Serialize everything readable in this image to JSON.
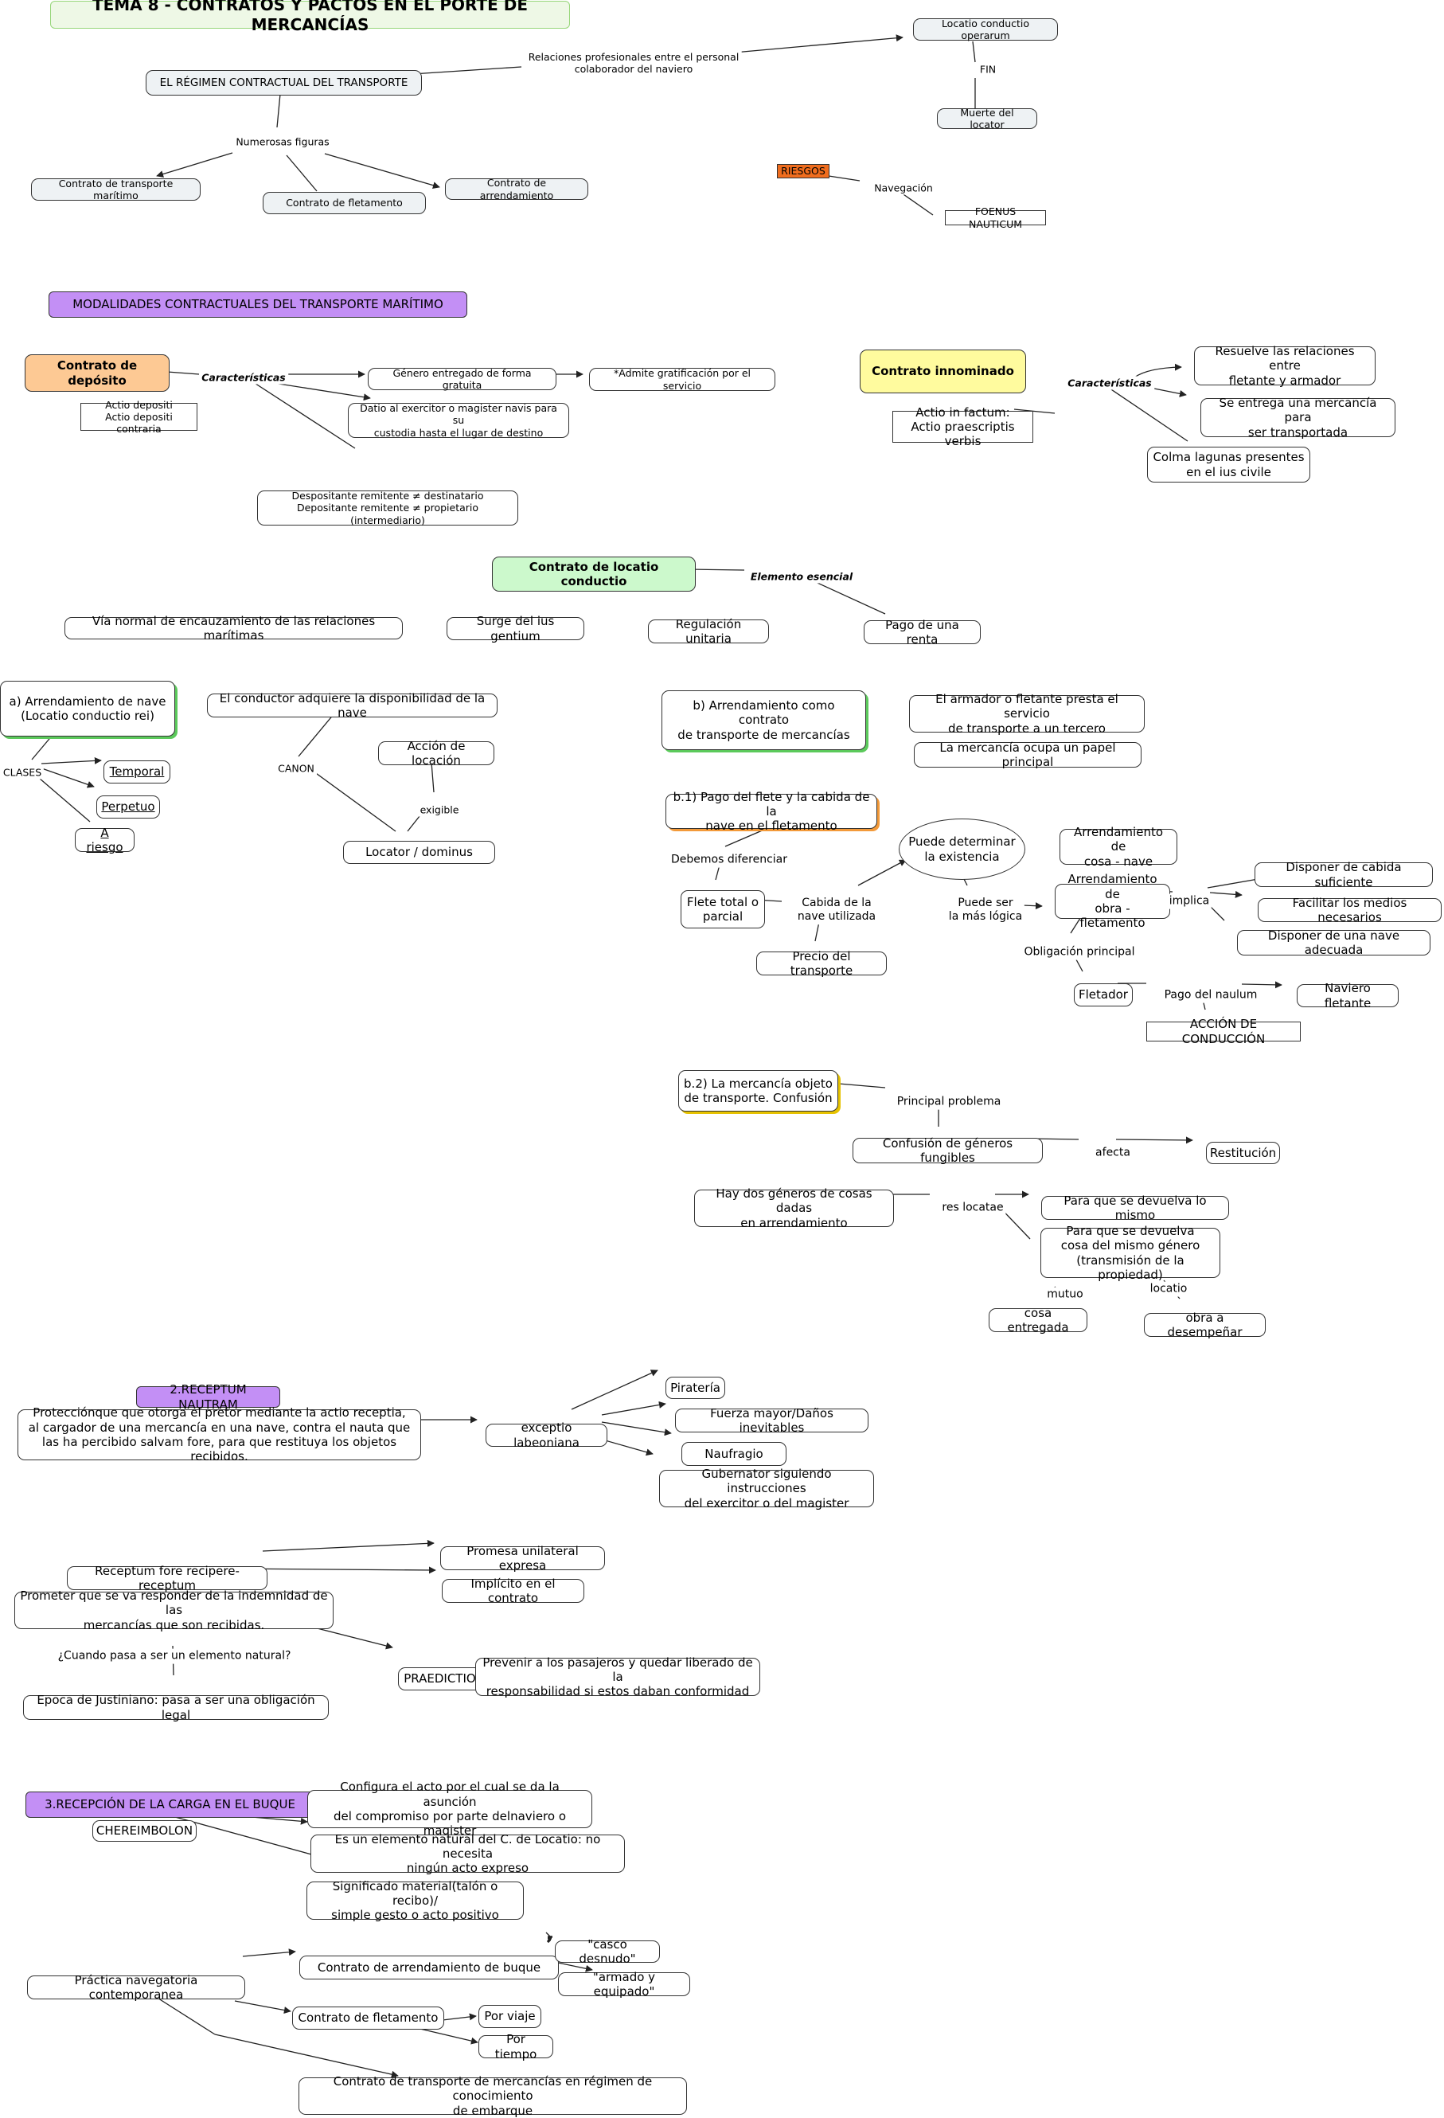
{
  "nodes": [
    {
      "id": "title",
      "text": "TEMA 8 - CONTRATOS Y PACTOS EN EL PORTE DE MERCANCÍAS"
    },
    {
      "id": "regimen",
      "text": "EL RÉGIMEN CONTRACTUAL DEL TRANSPORTE"
    },
    {
      "id": "locatio_op",
      "text": "Locatio conductio operarum"
    },
    {
      "id": "muerte",
      "text": "Muerte del locator"
    },
    {
      "id": "ct_maritimo",
      "text": "Contrato de transporte marítimo"
    },
    {
      "id": "ct_fletamento_top",
      "text": "Contrato de fletamento"
    },
    {
      "id": "ct_arrendamiento_top",
      "text": "Contrato de arrendamiento"
    },
    {
      "id": "riesgos",
      "text": "RIESGOS"
    },
    {
      "id": "foenus",
      "text": "FOENUS NAUTICUM"
    },
    {
      "id": "modalidades",
      "text": "MODALIDADES CONTRACTUALES DEL TRANSPORTE MARÍTIMO"
    },
    {
      "id": "deposito",
      "text": "Contrato de depósito"
    },
    {
      "id": "actio_depositi",
      "text": "Actio depositi\nActio depositi contraria"
    },
    {
      "id": "genero_gratuita",
      "text": "Género entregado de forma gratuita"
    },
    {
      "id": "gratificacion",
      "text": "*Admite gratificación por el servicio"
    },
    {
      "id": "datio",
      "text": "Datio al exercitor o magister navis para su\ncustodia hasta el lugar de destino"
    },
    {
      "id": "despositante",
      "text": "Despositante remitente ≠ destinatario\nDepositante remitente ≠ propietario (intermediario)"
    },
    {
      "id": "innominado",
      "text": "Contrato innominado"
    },
    {
      "id": "actio_factum",
      "text": "Actio in factum:\nActio praescriptis verbis"
    },
    {
      "id": "resuelve",
      "text": "Resuelve las relaciones entre\nfletante y armador"
    },
    {
      "id": "entrega_merc",
      "text": "Se entrega una mercancía para\nser transportada"
    },
    {
      "id": "colma",
      "text": "Colma  lagunas presentes\nen el ius civile"
    },
    {
      "id": "locatio_conductio",
      "text": "Contrato de locatio conductio"
    },
    {
      "id": "via_normal",
      "text": "Vía normal de encauzamiento de las relaciones marítimas"
    },
    {
      "id": "surge",
      "text": "Surge del ius gentium"
    },
    {
      "id": "regulacion",
      "text": "Regulación unitaria"
    },
    {
      "id": "pago_renta",
      "text": "Pago de una renta"
    },
    {
      "id": "arr_nave",
      "text": "a) Arrendamiento de nave\n(Locatio conductio rei)"
    },
    {
      "id": "temporal",
      "text": "Temporal"
    },
    {
      "id": "perpetuo",
      "text": "Perpetuo"
    },
    {
      "id": "a_riesgo",
      "text": "A riesgo"
    },
    {
      "id": "conductor",
      "text": "El conductor adquiere la disponibilidad de la nave"
    },
    {
      "id": "accion_locacion",
      "text": "Acción de locación"
    },
    {
      "id": "locator",
      "text": "Locator / dominus"
    },
    {
      "id": "arr_transporte",
      "text": "b) Arrendamiento como contrato\nde transporte de mercancías"
    },
    {
      "id": "armador_presta",
      "text": "El armador o fletante presta el servicio\nde transporte a un tercero"
    },
    {
      "id": "merc_ocupa",
      "text": "La mercancía ocupa un papel principal"
    },
    {
      "id": "b1",
      "text": "b.1) Pago del flete y la cabida de la\nnave en el fletamento"
    },
    {
      "id": "puede_determinar",
      "text": "Puede determinar\nla existencia"
    },
    {
      "id": "arr_cosa",
      "text": "Arrendamiento de\ncosa - nave"
    },
    {
      "id": "flete_total",
      "text": "Flete total o\nparcial"
    },
    {
      "id": "arr_obra",
      "text": "Arrendamiento de\nobra - fletamento"
    },
    {
      "id": "disponer_cabida",
      "text": "Disponer de cabida suficiente"
    },
    {
      "id": "facilitar",
      "text": "Facilitar los medios necesarios"
    },
    {
      "id": "disponer_nave",
      "text": "Disponer de una nave adecuada"
    },
    {
      "id": "precio_transporte",
      "text": "Precio del transporte"
    },
    {
      "id": "fletador",
      "text": "Fletador"
    },
    {
      "id": "naviero",
      "text": "Naviero fletante"
    },
    {
      "id": "accion_conduccion",
      "text": "ACCIÓN DE CONDUCCIÓN"
    },
    {
      "id": "b2",
      "text": "b.2) La mercancía objeto\nde transporte. Confusión"
    },
    {
      "id": "confusion",
      "text": "Confusión de géneros fungibles"
    },
    {
      "id": "restitucion",
      "text": "Restitución"
    },
    {
      "id": "dos_generos",
      "text": "Hay dos géneros de cosas dadas\nen arrendamiento"
    },
    {
      "id": "devuelva_mismo",
      "text": "Para que se devuelva lo mismo"
    },
    {
      "id": "devuelva_genero",
      "text": "Para que se devuelva\ncosa del mismo género\n(transmisión de la propiedad)"
    },
    {
      "id": "cosa_entregada",
      "text": "cosa entregada"
    },
    {
      "id": "obra_desempenar",
      "text": "obra a desempeñar"
    },
    {
      "id": "receptum",
      "text": "2.RECEPTUM NAUTRAM"
    },
    {
      "id": "proteccion",
      "text": "Protecciónque que otorga el pretor mediante la actio receptia,\nal cargador de una mercancía en una nave, contra el nauta que\nlas ha percibido salvam fore, para que restituya los objetos recibidos."
    },
    {
      "id": "exceptio",
      "text": "exceptio labeoniana"
    },
    {
      "id": "pirateria",
      "text": "Piratería"
    },
    {
      "id": "fuerza_mayor",
      "text": "Fuerza mayor/Daños inevitables"
    },
    {
      "id": "naufragio",
      "text": "Naufragio"
    },
    {
      "id": "gubernator",
      "text": "Gubernator siguiendo instrucciones\ndel exercitor o del magister"
    },
    {
      "id": "receptum_fore",
      "text": "Receptum fore recipere-receptum"
    },
    {
      "id": "promesa",
      "text": "Promesa unilateral expresa"
    },
    {
      "id": "implicito",
      "text": "Implícito en el contrato"
    },
    {
      "id": "prometer",
      "text": "Prometer que se va responder de la indemnidad de las\nmercancías que son recibidas."
    },
    {
      "id": "praedictio",
      "text": "PRAEDICTIO"
    },
    {
      "id": "prevenir",
      "text": "Prevenir a los pasajeros y quedar liberado de la\nresponsabilidad si estos daban conformidad"
    },
    {
      "id": "justiniano",
      "text": "Epoca de Justiniano: pasa a ser una obligación legal"
    },
    {
      "id": "recepcion",
      "text": "3.RECEPCIÓN DE LA CARGA EN EL BUQUE"
    },
    {
      "id": "chereimbolon",
      "text": "CHEREIMBOLON"
    },
    {
      "id": "configura",
      "text": "Configura el acto por el cual se da la asunción\ndel compromiso por parte delnaviero o magister"
    },
    {
      "id": "elemento_natural",
      "text": "Es un elemento natural del C. de Locatio: no necesita\nningún acto expreso"
    },
    {
      "id": "significado",
      "text": "Significado material(talón o recibo)/\nsimple gesto o acto positivo"
    },
    {
      "id": "practica",
      "text": "Práctica navegatoria contemporanea"
    },
    {
      "id": "arr_buque",
      "text": "Contrato de arrendamiento de buque"
    },
    {
      "id": "casco",
      "text": "\"casco desnudo\""
    },
    {
      "id": "armado",
      "text": "\"armado y equipado\""
    },
    {
      "id": "fletamento_bottom",
      "text": "Contrato de fletamento"
    },
    {
      "id": "por_viaje",
      "text": "Por viaje"
    },
    {
      "id": "por_tiempo",
      "text": "Por tiempo"
    },
    {
      "id": "conocimiento",
      "text": "Contrato de transporte de mercancías en régimen de conocimiento\nde embarque"
    }
  ],
  "labels": [
    {
      "id": "l_relaciones",
      "text": "Relaciones profesionales entre el personal\ncolaborador del naviero"
    },
    {
      "id": "l_fin",
      "text": "FIN"
    },
    {
      "id": "l_numerosas",
      "text": "Numerosas figuras"
    },
    {
      "id": "l_navegacion",
      "text": "Navegación"
    },
    {
      "id": "l_caract1",
      "text": "Características"
    },
    {
      "id": "l_caract2",
      "text": "Características"
    },
    {
      "id": "l_esencial",
      "text": "Elemento esencial"
    },
    {
      "id": "l_clases",
      "text": "CLASES"
    },
    {
      "id": "l_canon",
      "text": "CANON"
    },
    {
      "id": "l_exigible",
      "text": "exigible"
    },
    {
      "id": "l_debemos",
      "text": "Debemos diferenciar"
    },
    {
      "id": "l_cabida",
      "text": "Cabida de la\nnave utilizada"
    },
    {
      "id": "l_puede_ser",
      "text": "Puede ser\nla más lógica"
    },
    {
      "id": "l_implica",
      "text": "implica"
    },
    {
      "id": "l_obligacion",
      "text": "Obligación principal"
    },
    {
      "id": "l_pago_naulum",
      "text": "Pago del naulum"
    },
    {
      "id": "l_principal",
      "text": "Principal problema"
    },
    {
      "id": "l_afecta",
      "text": "afecta"
    },
    {
      "id": "l_res_locatae",
      "text": "res locatae"
    },
    {
      "id": "l_mutuo",
      "text": "mutuo"
    },
    {
      "id": "l_locatio",
      "text": "locatio"
    },
    {
      "id": "l_cuando",
      "text": "¿Cuando pasa a ser un elemento natural?"
    }
  ],
  "colors": {
    "line": "#222222",
    "purple": "#c38ff5",
    "orange": "#fdc994",
    "yellow": "#fffb9e",
    "green": "#ccf9cc",
    "red": "#f06d1e",
    "gray": "#eef2f4"
  }
}
